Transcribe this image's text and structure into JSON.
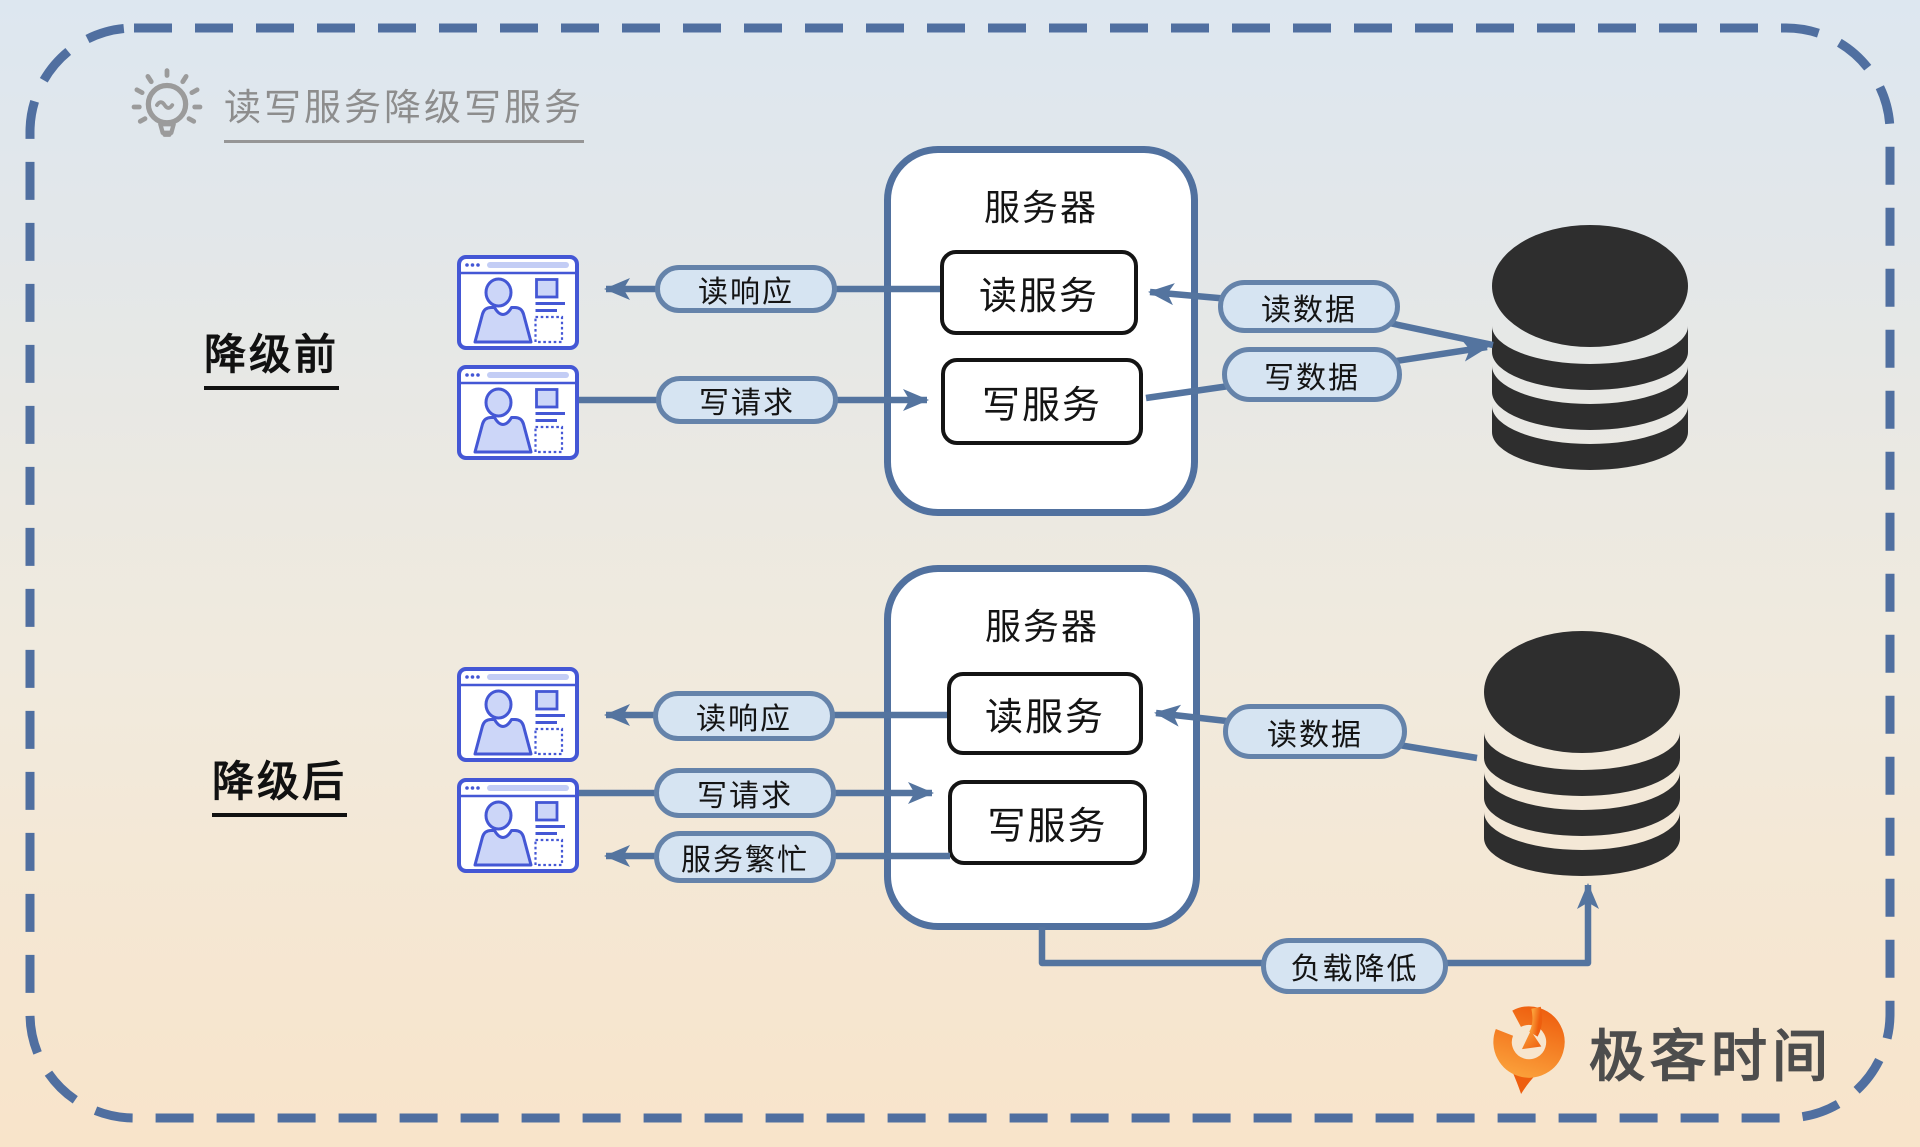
{
  "title": "读写服务降级写服务",
  "sections": {
    "before": {
      "label": "降级前",
      "server": {
        "title": "服务器",
        "services": [
          "读服务",
          "写服务"
        ]
      },
      "flows": {
        "read_response": "读响应",
        "write_request": "写请求",
        "read_data": "读数据",
        "write_data": "写数据"
      }
    },
    "after": {
      "label": "降级后",
      "server": {
        "title": "服务器",
        "services": [
          "读服务",
          "写服务"
        ]
      },
      "flows": {
        "read_response": "读响应",
        "write_request": "写请求",
        "service_busy": "服务繁忙",
        "read_data": "读数据",
        "load_reduced": "负载降低"
      }
    }
  },
  "logo": {
    "text": "极客时间"
  },
  "icons": {
    "header": "lightbulb-icon",
    "client": "browser-user-icon",
    "database": "database-cylinder-icon",
    "brand": "geektime-logo-icon"
  },
  "colors": {
    "background_top": "#dde7f0",
    "background_bottom": "#f8e4ca",
    "frame_dash": "#506fa0",
    "connector": "#54749f",
    "pill_fill": "#d6e4f2",
    "pill_border": "#6583aa",
    "server_border": "#51719f",
    "service_border": "#141414",
    "client_blue": "#4457d5",
    "client_fill": "#ccd6f8",
    "database_dark": "#2e2e2e",
    "title_gray": "#8d8d8d",
    "logo_orange": "#f2711c"
  }
}
